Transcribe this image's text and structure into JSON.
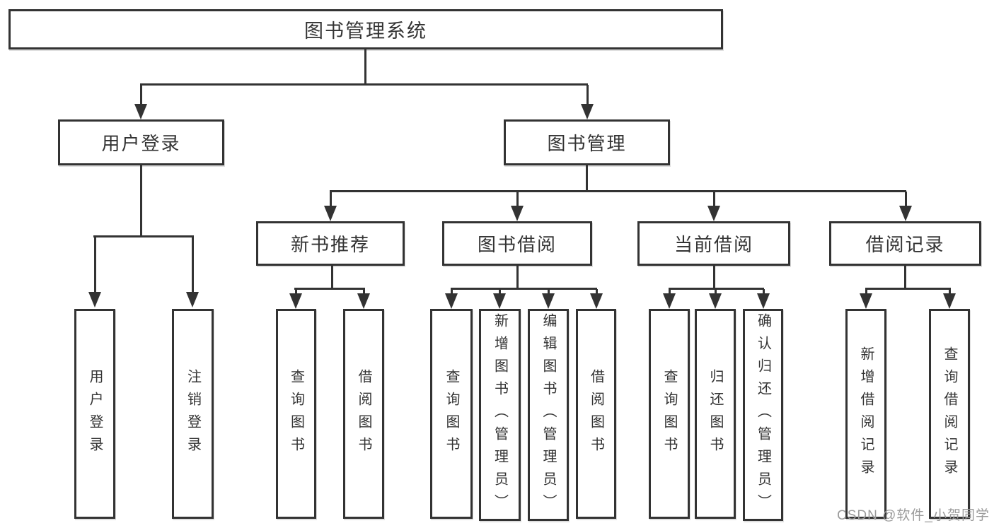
{
  "diagram": {
    "root": {
      "label": "图书管理系统",
      "children": [
        {
          "label": "用户登录",
          "children": [
            {
              "label": "用户登录"
            },
            {
              "label": "注销登录"
            }
          ]
        },
        {
          "label": "图书管理",
          "children": [
            {
              "label": "新书推荐",
              "children": [
                {
                  "label": "查询图书"
                },
                {
                  "label": "借阅图书"
                }
              ]
            },
            {
              "label": "图书借阅",
              "children": [
                {
                  "label": "查询图书"
                },
                {
                  "label": "新增图书（管理员）"
                },
                {
                  "label": "编辑图书（管理员）"
                },
                {
                  "label": "借阅图书"
                }
              ]
            },
            {
              "label": "当前借阅",
              "children": [
                {
                  "label": "查询图书"
                },
                {
                  "label": "归还图书"
                },
                {
                  "label": "确认归还（管理员）"
                }
              ]
            },
            {
              "label": "借阅记录",
              "children": [
                {
                  "label": "新增借阅记录"
                },
                {
                  "label": "查询借阅记录"
                }
              ]
            }
          ]
        }
      ]
    },
    "watermark": "CSDN @软件_小贺同学",
    "colors": {
      "line": "#333333",
      "text": "#333333",
      "watermark": "#9b9b9b",
      "background": "#ffffff"
    }
  }
}
